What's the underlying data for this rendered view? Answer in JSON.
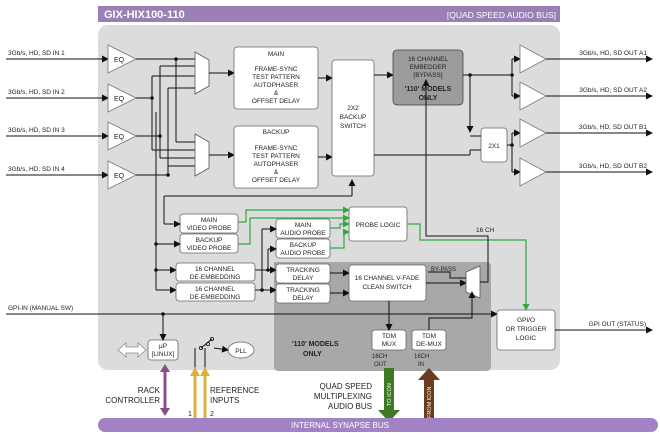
{
  "header": {
    "title": "GIX-HIX100-110",
    "subtitle": "[QUAD SPEED AUDIO BUS]"
  },
  "inputs": [
    "3Gb/s, HD, SD IN 1",
    "3Gb/s, HD, SD IN 2",
    "3Gb/s, HD, SD IN 3",
    "3Gb/s, HD, SD IN 4"
  ],
  "eq_label": "EQ",
  "main_block": {
    "title": "MAIN",
    "lines": [
      "FRAME-SYNC",
      "TEST PATTERN",
      "AUTOPHASER",
      "&",
      "OFFSET DELAY"
    ]
  },
  "backup_block": {
    "title": "BACKUP",
    "lines": [
      "FRAME-SYNC",
      "TEST PATTERN",
      "AUTOPHASER",
      "&",
      "OFFSET DELAY"
    ]
  },
  "switch_2x2": [
    "2X2",
    "BACKUP",
    "SWITCH"
  ],
  "embedder": {
    "lines": [
      "16 CHANNEL",
      "EMBEDDER",
      "[BYPASS]"
    ],
    "models_note": [
      "'110' MODELS",
      "ONLY"
    ]
  },
  "switch_2x1": "2X1",
  "outputs": [
    "3Gb/s, HD, SD OUT A1",
    "3Gb/s, HD, SD OUT A2",
    "3Gb/s, HD, SD OUT B1",
    "3Gb/s, HD, SD OUT B2"
  ],
  "probes": {
    "main_video": [
      "MAIN",
      "VIDEO PROBE"
    ],
    "backup_video": [
      "BACKUP",
      "VIDEO PROBE"
    ],
    "main_audio": [
      "MAIN",
      "AUDIO PROBE"
    ],
    "backup_audio": [
      "BACKUP",
      "AUDIO PROBE"
    ],
    "probe_logic": "PROBE LOGIC"
  },
  "channel_label": "16 CH",
  "deembedding": [
    [
      "16 CHANNEL",
      "DE-EMBEDDING"
    ],
    [
      "16 CHANNEL",
      "DE-EMBEDDING"
    ]
  ],
  "tracking_delay": [
    "TRACKING",
    "DELAY"
  ],
  "vfade": [
    "16 CHANNEL V-FADE",
    "CLEAN SWITCH"
  ],
  "bypass_label": "BY-PASS",
  "models_only_110": [
    "'110' MODELS",
    "ONLY"
  ],
  "tdm_mux": [
    "TDM",
    "MUX"
  ],
  "tdm_demux": [
    "TDM",
    "DE-MUX"
  ],
  "ch_out": [
    "16CH",
    "OUT"
  ],
  "ch_in": [
    "16CH",
    "IN"
  ],
  "gpi_in": "GPI-IN (MANUAL SW)",
  "gpio_logic": [
    "GPI/O",
    "OR TRIGGER",
    "LOGIC"
  ],
  "gpi_out": "GPI OUT (STATUS)",
  "micro": [
    "µP",
    "[LINUX]"
  ],
  "pll": "PLL",
  "rack_controller": [
    "RACK",
    "CONTROLLER"
  ],
  "reference_inputs": [
    "REFERENCE",
    "INPUTS"
  ],
  "ref_numbers": [
    "1",
    "2"
  ],
  "audio_bus": [
    "QUAD SPEED",
    "MULTIPLEXING",
    "AUDIO BUS"
  ],
  "to_icon": "TO ICON",
  "from_icon": "FROM ICON",
  "synapse_bus": "INTERNAL SYNAPSE BUS",
  "colors": {
    "header": "#9a7fb5",
    "board": "#dcdcdc",
    "board_110": "#a8a8a8",
    "embedder_fill": "#9c9c9c",
    "probe_green": "#2eaa3e",
    "rack_arrow": "#8a4b87",
    "ref_arrow": "#d9b13a",
    "to_icon_arrow": "#3f7a22",
    "from_icon_arrow": "#6b3c1f",
    "bus_fill": "#a182c4"
  }
}
